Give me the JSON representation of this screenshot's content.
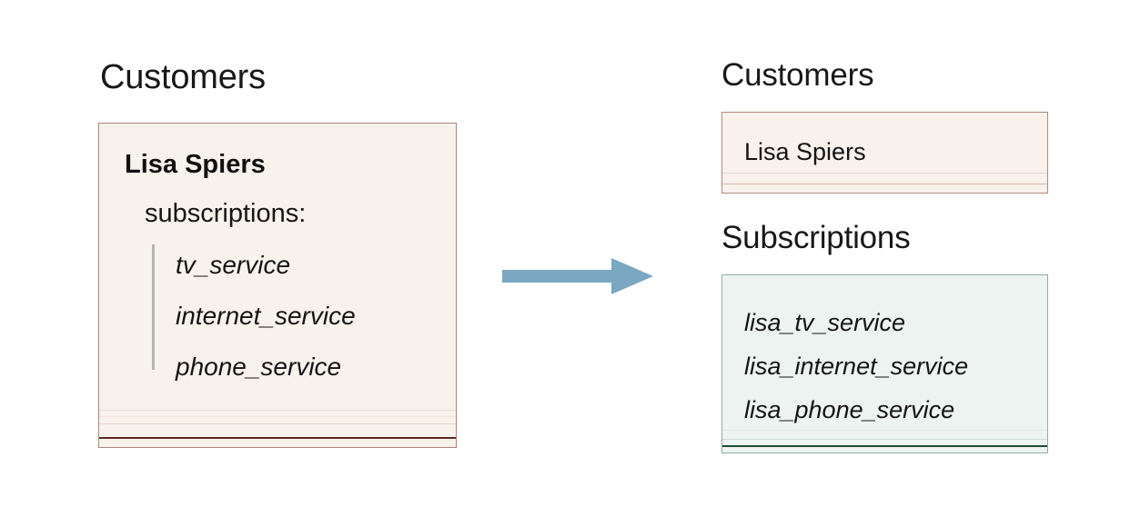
{
  "diagram": {
    "title_left": "Customers",
    "arrow_icon": "right-arrow-icon",
    "arrow_color": "#7ba7c3"
  },
  "left": {
    "heading": "Customers",
    "card": {
      "fill_color": "#f8f2ec",
      "border_color": "#ab8579",
      "accent_line_color": "#5a2a1d",
      "customer_name": "Lisa Spiers",
      "subscriptions_label": "subscriptions:",
      "subscriptions": [
        "tv_service",
        "internet_service",
        "phone_service"
      ]
    }
  },
  "right": {
    "customers": {
      "heading": "Customers",
      "fill_color": "#f8f1ec",
      "border_color": "#b38a7d",
      "rows": [
        "Lisa Spiers"
      ]
    },
    "subscriptions": {
      "heading": "Subscriptions",
      "fill_color": "#edf3f0",
      "border_color": "#9aa8a2",
      "accent_line_color": "#1f4a33",
      "rows": [
        "lisa_tv_service",
        "lisa_internet_service",
        "lisa_phone_service"
      ]
    }
  }
}
